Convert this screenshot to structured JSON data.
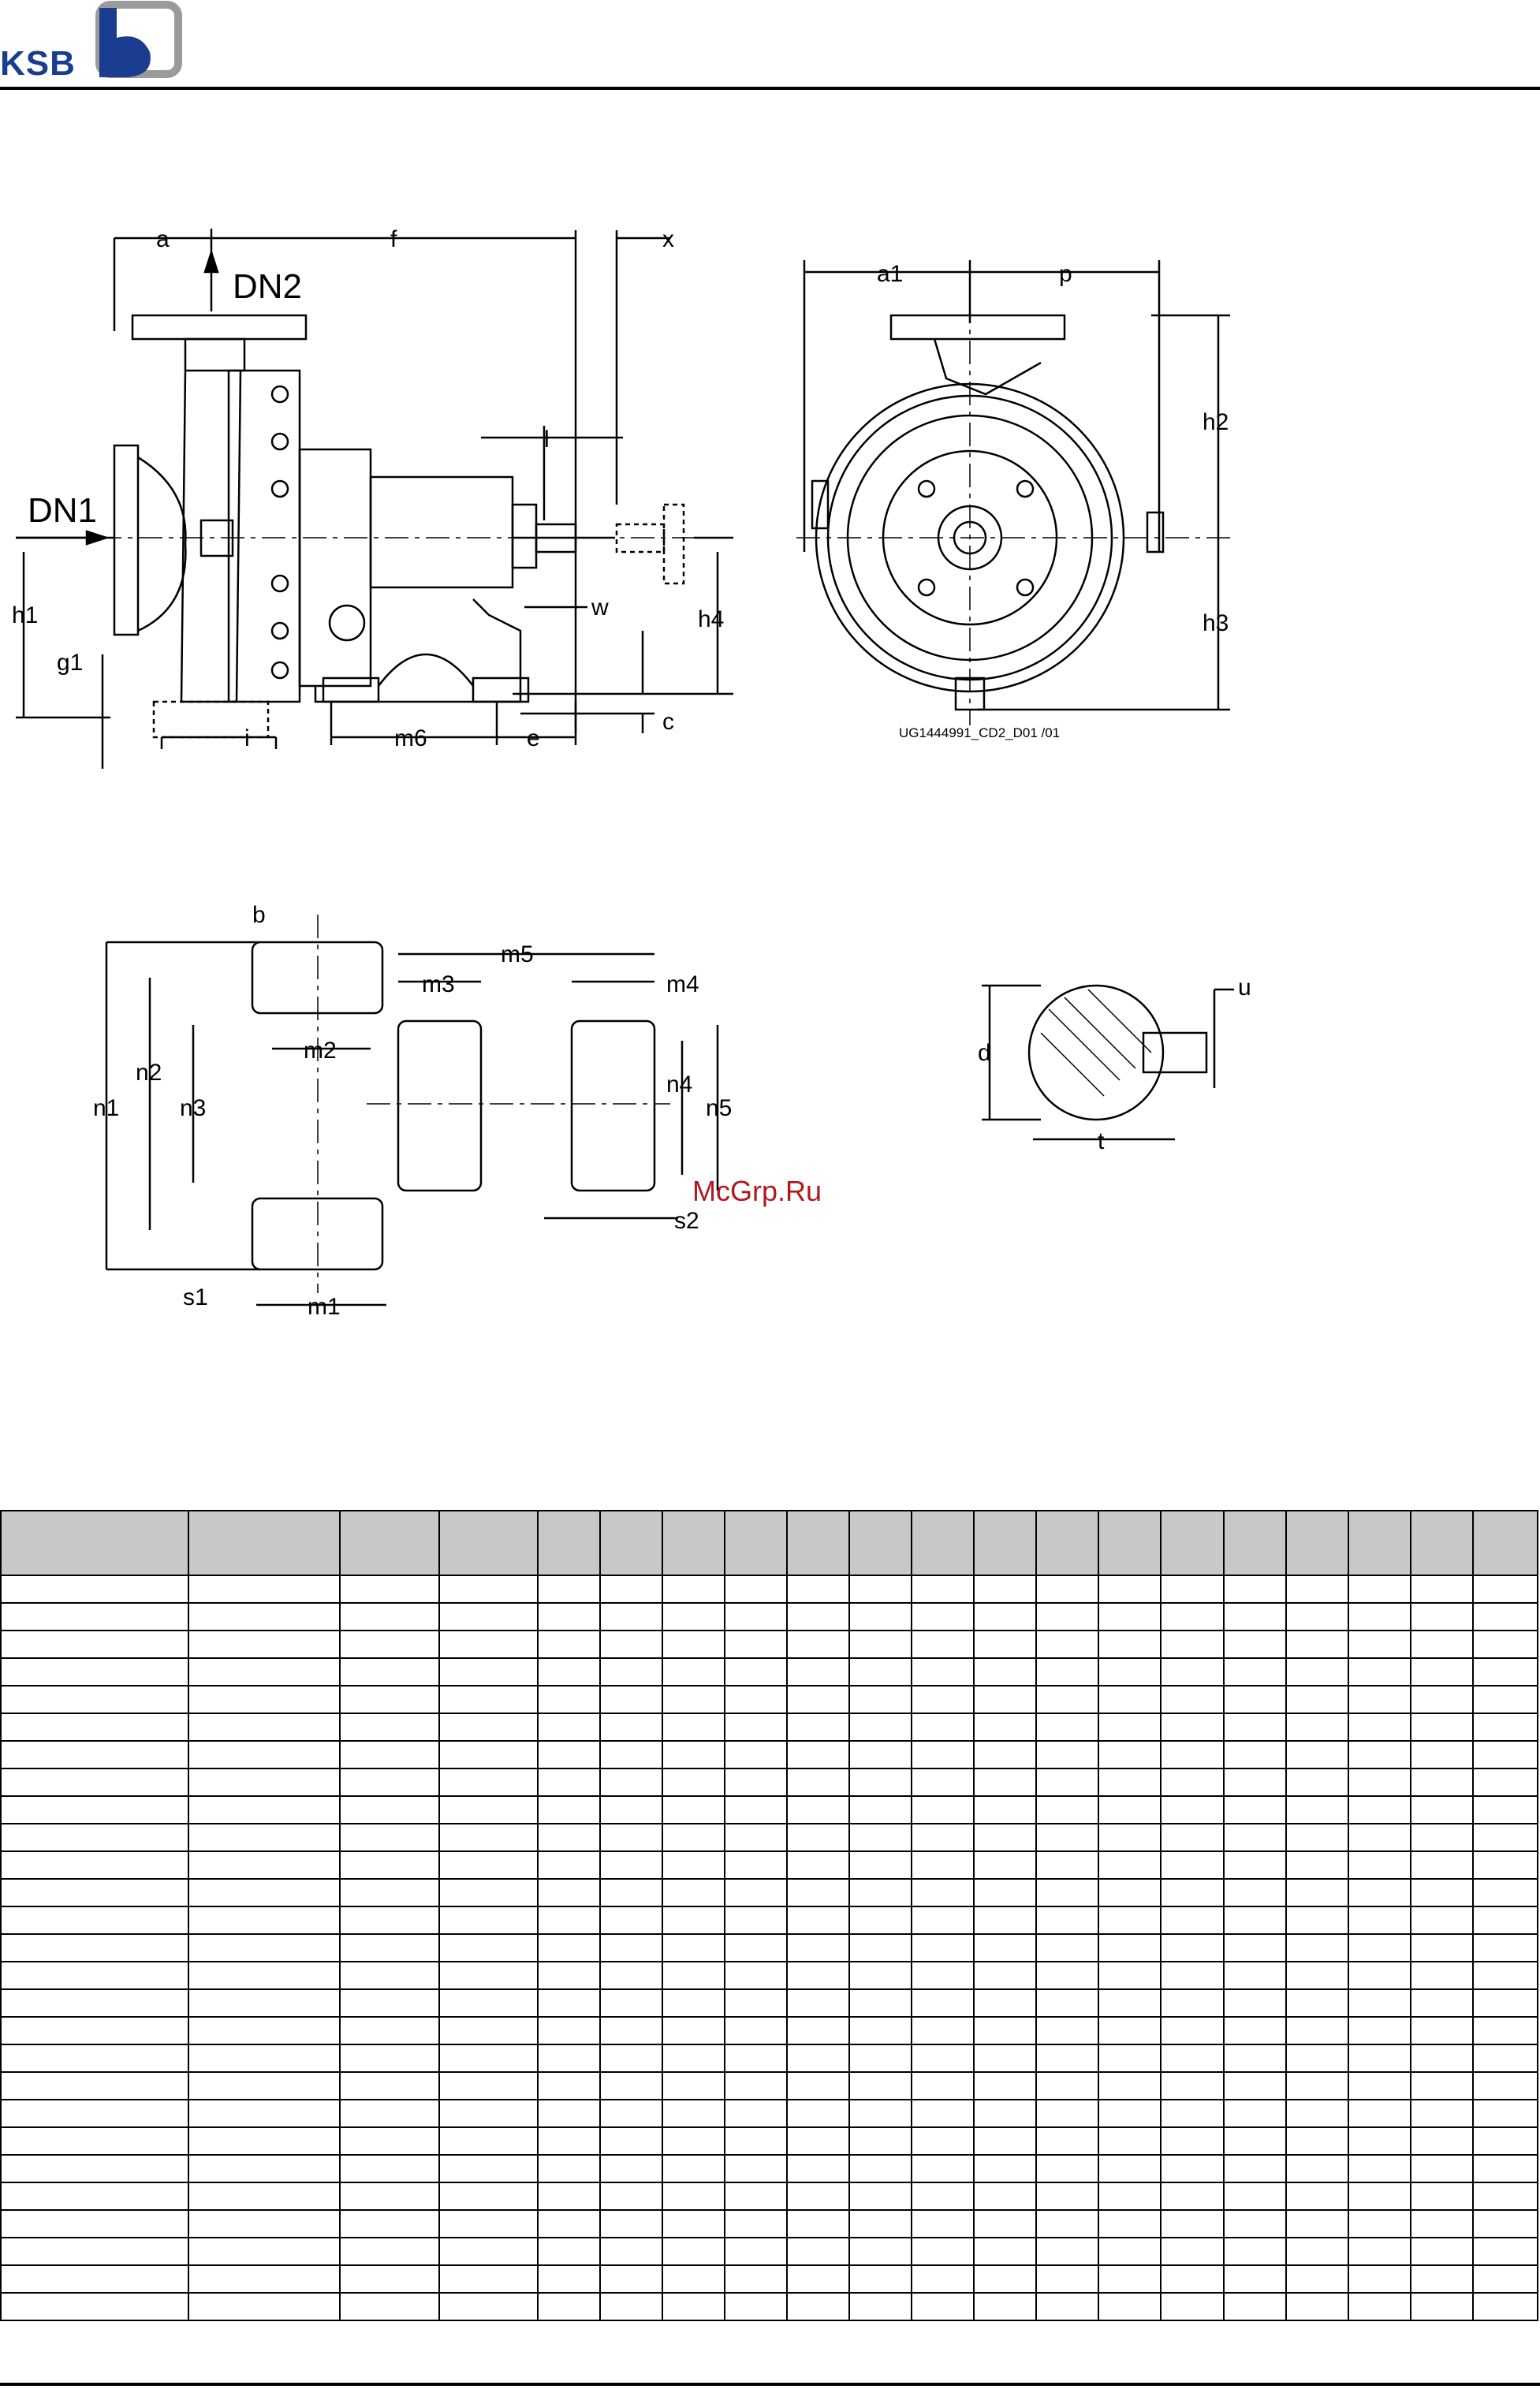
{
  "brand": {
    "name": "KSB",
    "color": "#1a3d8f"
  },
  "labels": {
    "side": {
      "a": "a",
      "f": "f",
      "x": "x",
      "dn2": "DN2",
      "dn1": "DN1",
      "l": "l",
      "h1": "h1",
      "g1": "g1",
      "i": "i",
      "m6": "m6",
      "e": "e",
      "w": "w",
      "h4": "h4",
      "c": "c"
    },
    "front": {
      "a1": "a1",
      "p": "p",
      "h2": "h2",
      "h3": "h3",
      "code": "UG1444991_CD2_D01 /01"
    },
    "plan": {
      "b": "b",
      "m5": "m5",
      "m3": "m3",
      "m4": "m4",
      "n1": "n1",
      "n2": "n2",
      "n3": "n3",
      "m2": "m2",
      "n4": "n4",
      "n5": "n5",
      "s2": "s2",
      "s1": "s1",
      "m1": "m1"
    },
    "shaft": {
      "u": "u",
      "d": "d",
      "t": "t"
    }
  },
  "watermark": "McGrp.Ru",
  "table": {
    "columns": 20,
    "body_rows": 27,
    "header_color": "#c8c8c8"
  }
}
